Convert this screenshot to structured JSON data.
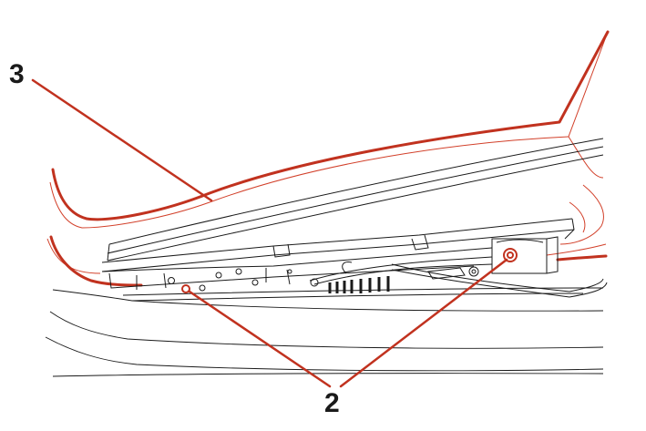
{
  "callouts": [
    {
      "id": "3",
      "label": "3",
      "part": "seal-strip"
    },
    {
      "id": "2",
      "label": "2",
      "part": "fastener"
    }
  ],
  "colors": {
    "line": "#1a1a1a",
    "highlight": "#c1321f",
    "highlight_thin": "#d2402a",
    "background": "#ffffff"
  }
}
